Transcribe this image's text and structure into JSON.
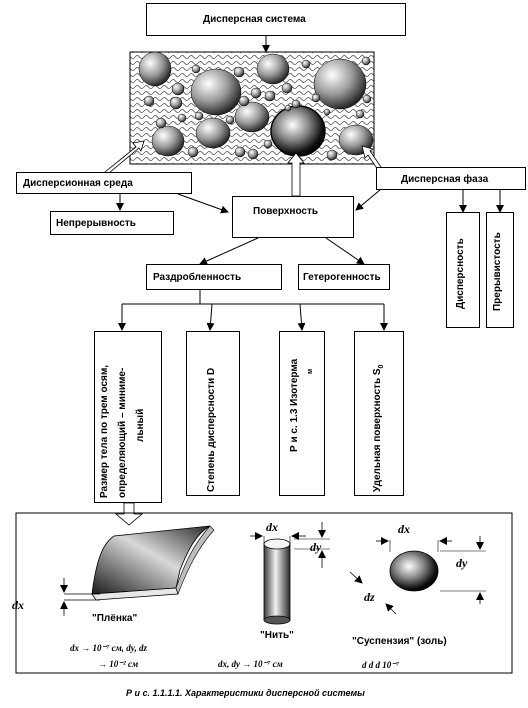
{
  "top": {
    "system": "Дисперсная система",
    "medium": "Дисперсионная среда",
    "continuity": "Непрерывность",
    "surface": "Поверхность",
    "phase": "Дисперсная фаза",
    "dispersity": "Дисперсность",
    "discontinuity": "Прерывистость",
    "fragmentation": "Раздробленность",
    "heterogeneity": "Гетерогенность"
  },
  "characteristics": [
    {
      "line1": "Размер тела по трем осям,",
      "line2": "определяющий – миниме-",
      "line3": "льный"
    },
    {
      "line1": "Степень дисперсности D"
    },
    {
      "line1": "Р и с. 1.3 Изотерма",
      "mark": "м"
    },
    {
      "line1": "Удельная поверхность S",
      "sub": "0"
    }
  ],
  "examples": {
    "film": {
      "name": "\"Плёнка\"",
      "dx": "dx",
      "cond1": "dx → 10⁻⁷ см, dy, dz",
      "cond2": "→ 10⁻² см"
    },
    "thread": {
      "name": "\"Нить\"",
      "dx": "dx",
      "dy": "dy",
      "cond": "dx, dy → 10⁻⁷ см"
    },
    "suspension": {
      "name": "\"Суспензия\"  (золь)",
      "dx": "dx",
      "dy": "dy",
      "dz": "dz",
      "cut": "d  d  d  10⁻⁷"
    }
  },
  "caption": "Р и с. 1.1.1.1. Характеристики дисперсной системы"
}
